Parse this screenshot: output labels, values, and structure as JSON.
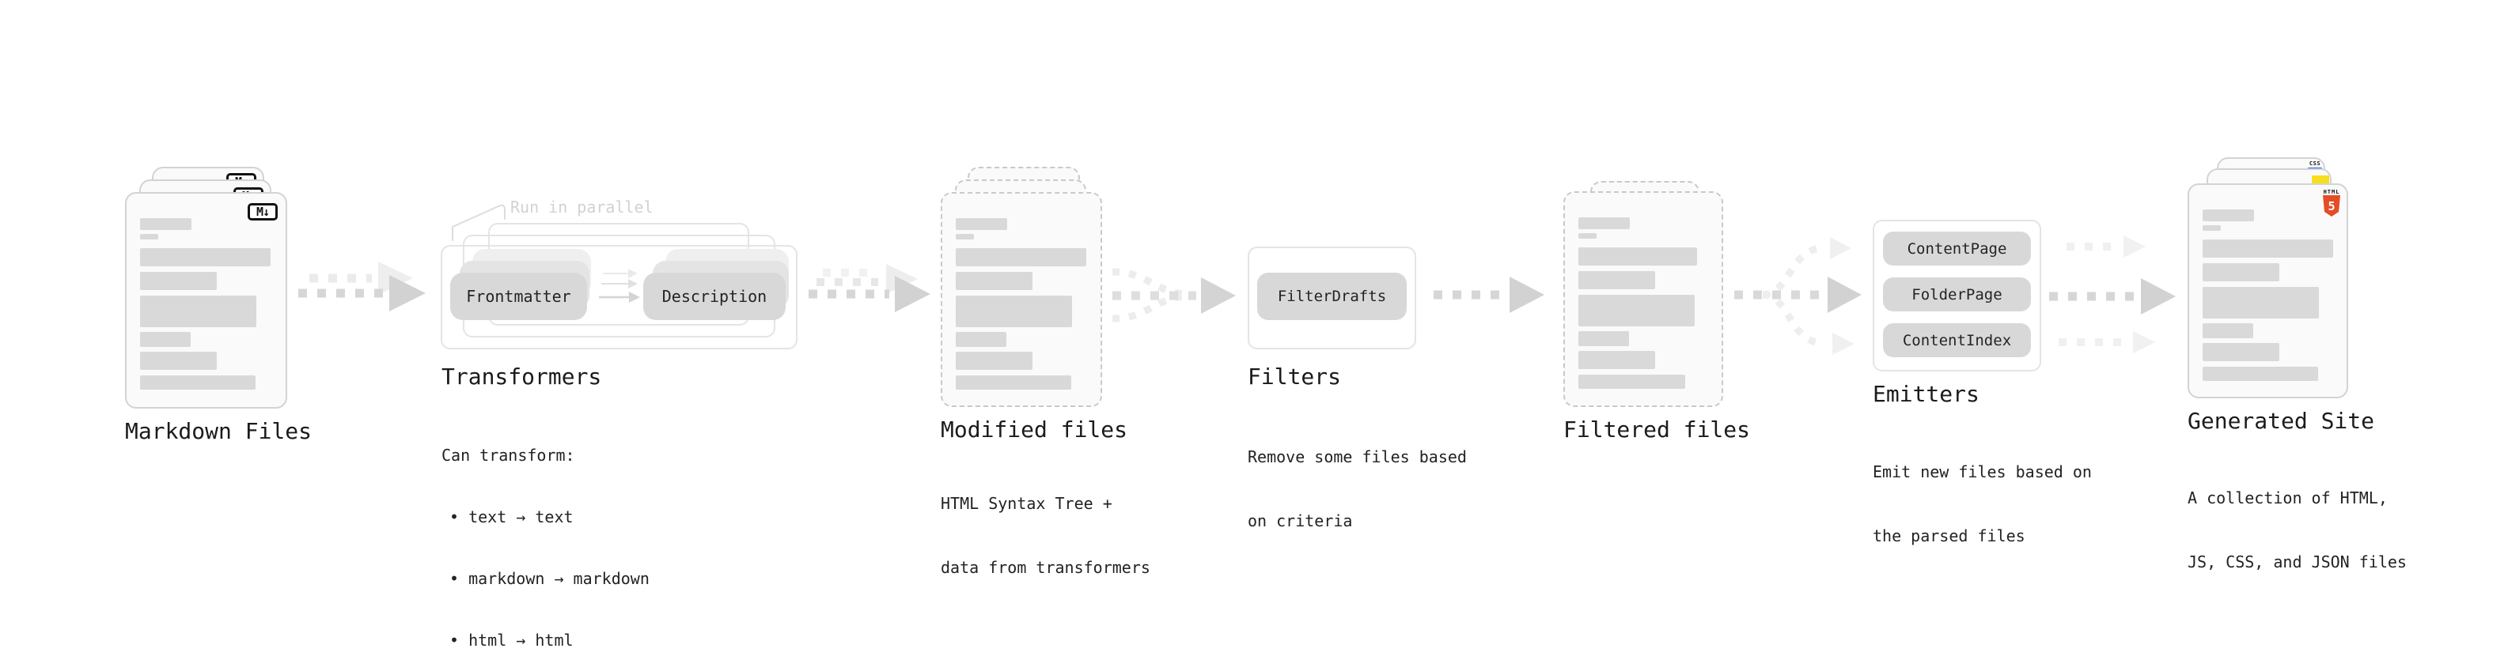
{
  "colors": {
    "skeleton": "#d9d9d9",
    "accent_html5": "#e44d26",
    "accent_js": "#f7df1e",
    "accent_css": "#2965f1"
  },
  "markdown": {
    "title": "Markdown Files",
    "badge": "M↓"
  },
  "transformers": {
    "note": "Run in parallel",
    "pill_from": "Frontmatter",
    "pill_to": "Description",
    "title": "Transformers",
    "desc_line1": "Can transform:",
    "bullet1": "• text → text",
    "bullet2": "• markdown → markdown",
    "bullet3": "• html → html"
  },
  "modified": {
    "title": "Modified files",
    "desc_line1": "HTML Syntax Tree +",
    "desc_line2": "data from transformers"
  },
  "filters": {
    "pill": "FilterDrafts",
    "title": "Filters",
    "desc_line1": "Remove some files based",
    "desc_line2": "on criteria"
  },
  "filtered": {
    "title": "Filtered files"
  },
  "emitters": {
    "pill1": "ContentPage",
    "pill2": "FolderPage",
    "pill3": "ContentIndex",
    "title": "Emitters",
    "desc_line1": "Emit new files based on",
    "desc_line2": "the parsed files"
  },
  "generated": {
    "title": "Generated Site",
    "badge_css": "CSS",
    "badge_html_label": "HTML",
    "badge_html_number": "5",
    "desc_line1": "A collection of HTML,",
    "desc_line2": "JS, CSS, and JSON files"
  }
}
